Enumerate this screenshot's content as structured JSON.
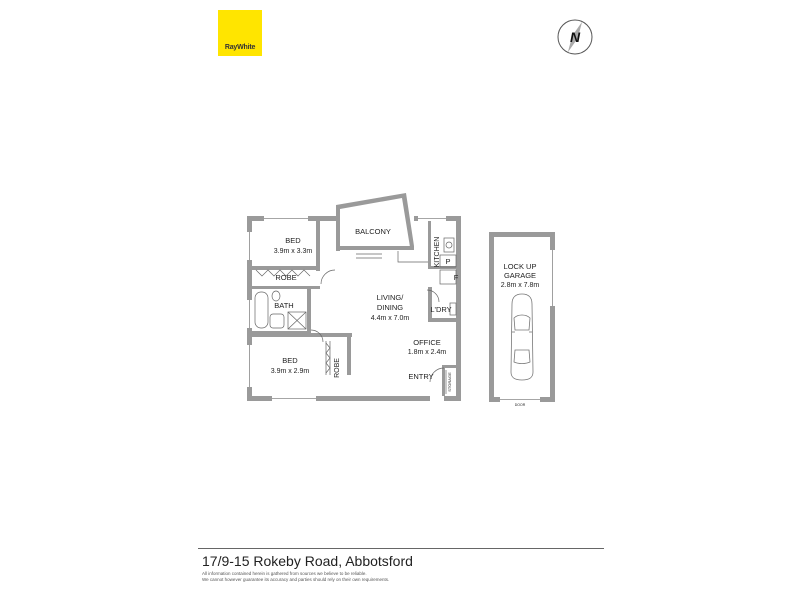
{
  "brand": {
    "logo_text": "RayWhite",
    "logo_color": "#ffe500"
  },
  "compass": {
    "label": "N"
  },
  "rooms": {
    "bed1": {
      "name": "BED",
      "size": "3.9m x 3.3m"
    },
    "robe1": {
      "name": "ROBE"
    },
    "bath": {
      "name": "BATH"
    },
    "bed2": {
      "name": "BED",
      "size": "3.9m x 2.9m"
    },
    "robe2": {
      "name": "ROBE"
    },
    "balcony": {
      "name": "BALCONY"
    },
    "kitchen": {
      "name": "KITCHEN"
    },
    "pantry": {
      "name": "P"
    },
    "fridge": {
      "name": "F"
    },
    "laundry": {
      "name": "L'DRY"
    },
    "living_line1": {
      "name": "LIVING/"
    },
    "living_line2": {
      "name": "DINING"
    },
    "living_size": {
      "size": "4.4m x 7.0m"
    },
    "office": {
      "name": "OFFICE",
      "size": "1.8m x 2.4m"
    },
    "entry": {
      "name": "ENTRY"
    },
    "storage": {
      "name": "STORAGE"
    },
    "garage_line1": {
      "name": "LOCK UP"
    },
    "garage_line2": {
      "name": "GARAGE"
    },
    "garage_size": {
      "size": "2.8m x 7.8m"
    },
    "garage_door": {
      "name": "DOOR"
    }
  },
  "footer": {
    "address": "17/9-15 Rokeby Road, Abbotsford",
    "disclaimer": [
      "All information contained herein is gathered from sources we believe to be reliable.",
      "We cannot however guarantee its accuracy and parties should rely on their own requirements."
    ]
  }
}
